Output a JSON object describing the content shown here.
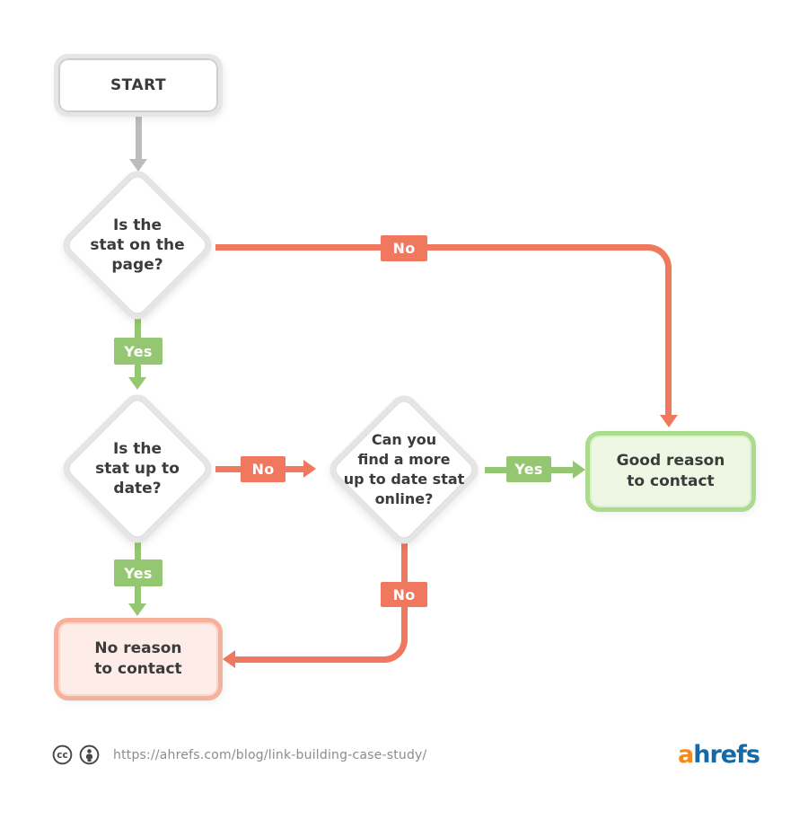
{
  "colors": {
    "red_accent": "#f0785e",
    "green_accent": "#95c772",
    "gray_connector": "#bcbcbc",
    "node_border_gray": "#e6e6e6",
    "good_box_border": "#abdc8d",
    "good_box_fill": "#eef7e3",
    "bad_box_border": "#f6b19d",
    "bad_box_fill": "#fdece7",
    "text": "#3b3b3b",
    "url_text": "#8c8c8c",
    "logo_orange": "#f28a1f",
    "logo_blue": "#1569a7"
  },
  "nodes": {
    "start": {
      "label": "START"
    },
    "stat_on_page": {
      "text": "Is the\nstat on the\npage?"
    },
    "stat_up_to_date": {
      "text": "Is the\nstat up to\ndate?"
    },
    "find_newer_stat": {
      "text": "Can you\nfind a more\nup to date stat\nonline?"
    },
    "good_reason": {
      "text": "Good reason\nto contact"
    },
    "no_reason": {
      "text": "No reason\nto contact"
    }
  },
  "edge_labels": {
    "stat_on_page_no": "No",
    "stat_on_page_yes": "Yes",
    "stat_up_to_date_no": "No",
    "stat_up_to_date_yes": "Yes",
    "find_newer_stat_yes": "Yes",
    "find_newer_stat_no": "No"
  },
  "footer": {
    "icons": [
      "cc-icon",
      "attribution-icon"
    ],
    "url": "https://ahrefs.com/blog/link-building-case-study/",
    "logo": {
      "prefix": "a",
      "suffix": "hrefs"
    }
  }
}
